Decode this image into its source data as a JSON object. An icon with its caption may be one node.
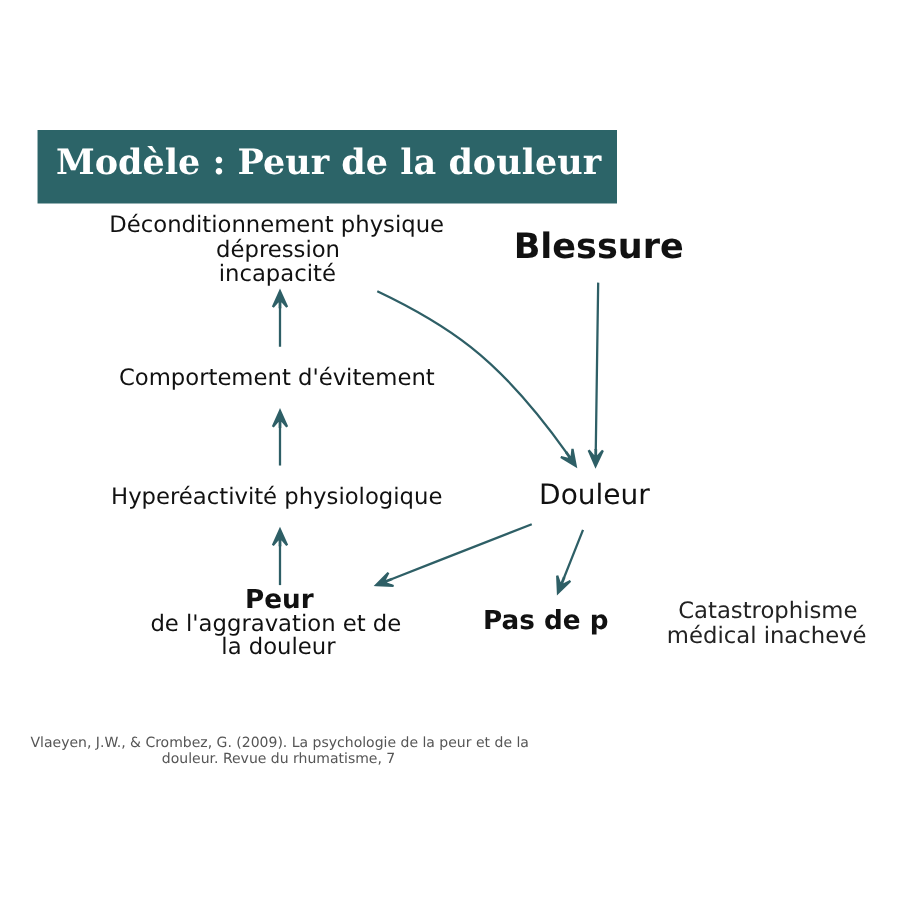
{
  "diagram": {
    "title": "Modèle : Peur de la douleur",
    "nodes": [
      {
        "text": [
          "Blessure"
        ]
      },
      {
        "text": [
          "Déconditionnement physique",
          "dépression",
          "incapacité"
        ]
      },
      {
        "text": [
          "Comportement d'évitement"
        ]
      },
      {
        "text": [
          "Douleur"
        ]
      },
      {
        "text": [
          "Hyperéactivité physiologique"
        ]
      },
      {
        "text": [
          "Peur",
          "de l'aggravation et de la douleur"
        ]
      },
      {
        "text": [
          "Pas de p"
        ]
      }
    ],
    "edges": [
      {
        "from": 0,
        "to": 3,
        "arrow": "to"
      },
      {
        "from": 3,
        "to": 5,
        "arrow": "to"
      },
      {
        "from": 5,
        "to": 4,
        "arrow": "to"
      },
      {
        "from": 4,
        "to": 2,
        "arrow": "to"
      },
      {
        "from": 2,
        "to": 1,
        "arrow": "to"
      },
      {
        "from": 1,
        "to": 3,
        "arrow": "to"
      },
      {
        "from": 3,
        "to": 6,
        "arrow": "to"
      }
    ],
    "labels": [
      "Catastrophisme médical inachevé",
      "Vlaeyen, J.W., & Crombez, G. (2009). La psychologie de la peur et de la douleur. Revue du rhumatisme, 7"
    ]
  }
}
